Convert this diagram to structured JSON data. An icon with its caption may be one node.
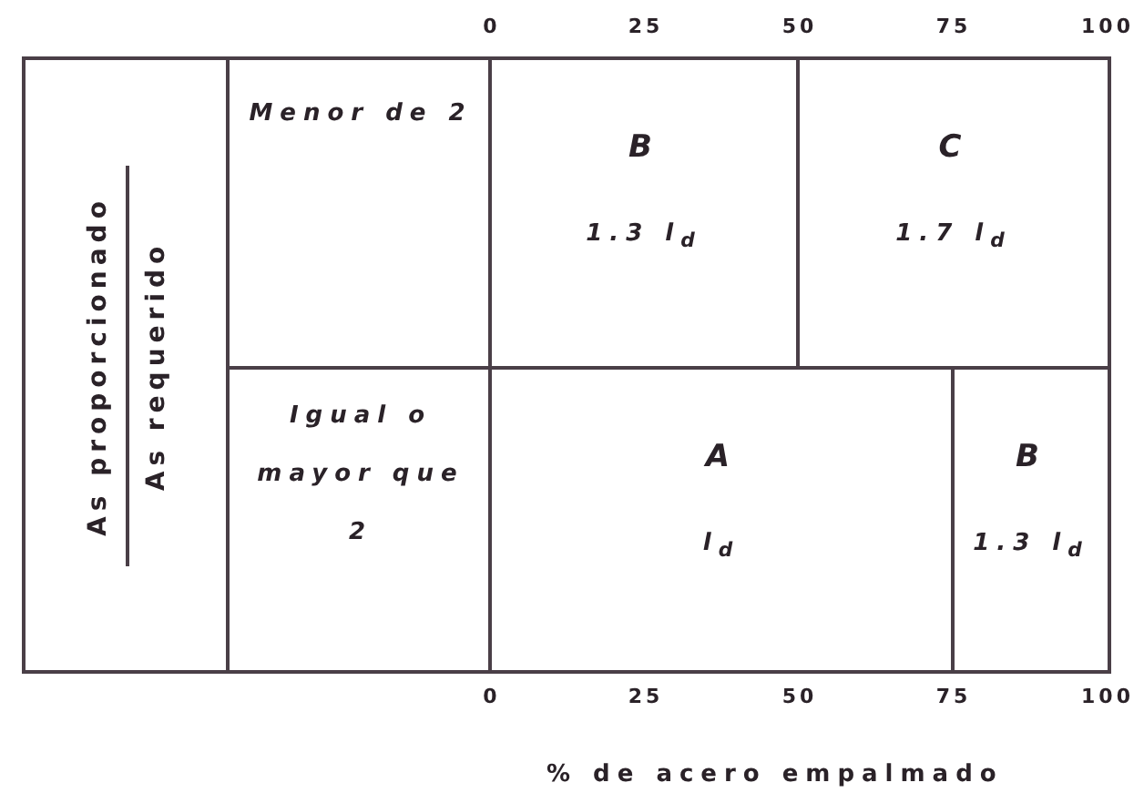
{
  "diagram": {
    "nodes": [
      {
        "text": [
          "As proporcionado",
          "As requerido"
        ]
      },
      {
        "text": [
          "Menor de 2"
        ]
      },
      {
        "text": [
          "B",
          "1.3 l$_{d}$"
        ]
      },
      {
        "text": [
          "C",
          "1.7 l$_{d}$"
        ]
      },
      {
        "text": [
          "Igual o mayor que 2"
        ]
      },
      {
        "text": [
          "A",
          "l$_{d}$"
        ]
      },
      {
        "text": [
          "B",
          "1.3 l$_{d}$"
        ]
      }
    ],
    "labels": [
      "0",
      "25",
      "50",
      "75",
      "100",
      "0",
      "25",
      "50",
      "75",
      "100",
      "% de acero empalmado"
    ]
  }
}
